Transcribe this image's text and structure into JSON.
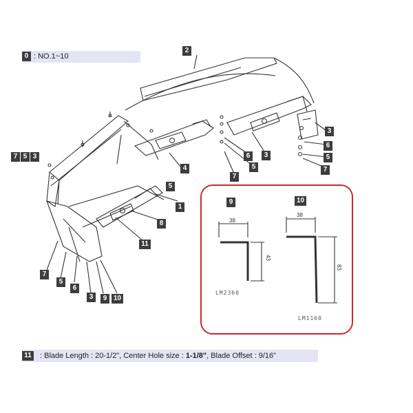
{
  "legend_top": {
    "badge": "0",
    "text": ": NO.1~10"
  },
  "legend_bottom": {
    "badge": "11",
    "prefix": ": Blade Length : 20-1/2\", Center Hole size : ",
    "hole": "1-1/8\"",
    "suffix": ", Blade Offset : 9/16\""
  },
  "callouts": {
    "c2": "2",
    "c753": [
      "7",
      "5",
      "3"
    ],
    "c3a": "3",
    "c3b": "3",
    "c6a": "6",
    "c6b": "6",
    "c5a": "5",
    "c5b": "5",
    "c7a": "7",
    "c7b": "7",
    "c4": "4",
    "c1": "1",
    "c8": "8",
    "c11": "11",
    "c7c": "7",
    "c5c": "5",
    "c6c": "6",
    "c3c": "3",
    "c9": "9",
    "c10": "10"
  },
  "detail": {
    "badge9": "9",
    "badge10": "10",
    "dim9_width": "38",
    "dim9_height": "43",
    "dim10_width": "38",
    "dim10_height": "83",
    "code9": "LM2360",
    "code10": "LM1160"
  },
  "colors": {
    "badge": "#3d3d3d",
    "highlight_border": "#d0262e",
    "legend_bg": "#e4e4f4"
  }
}
